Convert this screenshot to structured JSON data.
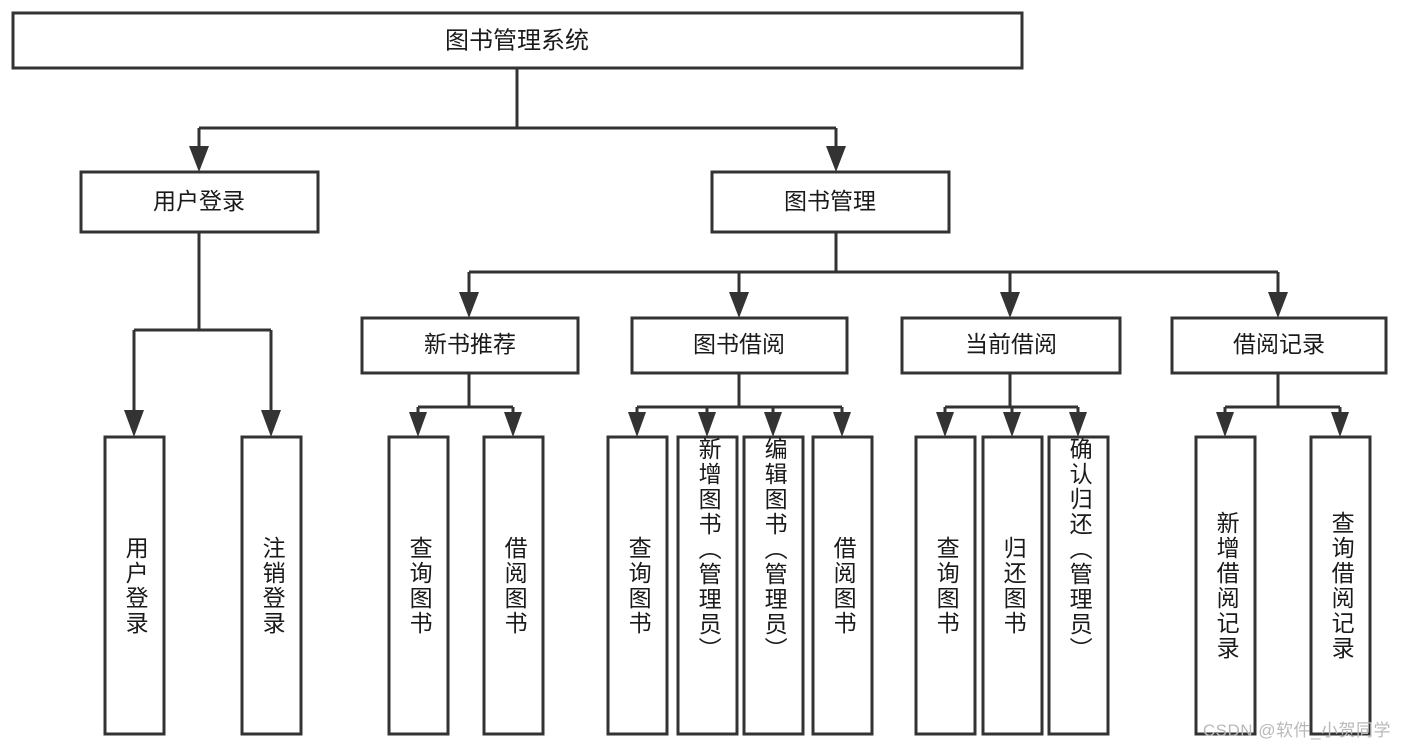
{
  "diagram": {
    "type": "tree",
    "title": "图书管理系统",
    "root": {
      "id": "root",
      "label": "图书管理系统",
      "orientation": "horizontal"
    },
    "level2": [
      {
        "id": "user-login",
        "label": "用户登录",
        "orientation": "horizontal"
      },
      {
        "id": "book-manage",
        "label": "图书管理",
        "orientation": "horizontal"
      }
    ],
    "level3": [
      {
        "id": "new-book-recommend",
        "label": "新书推荐",
        "orientation": "horizontal",
        "parent": "book-manage"
      },
      {
        "id": "book-borrow",
        "label": "图书借阅",
        "orientation": "horizontal",
        "parent": "book-manage"
      },
      {
        "id": "current-borrow",
        "label": "当前借阅",
        "orientation": "horizontal",
        "parent": "book-manage"
      },
      {
        "id": "borrow-record",
        "label": "借阅记录",
        "orientation": "horizontal",
        "parent": "book-manage"
      }
    ],
    "leaves": [
      {
        "id": "leaf-user-login",
        "label": "用户登录",
        "orientation": "vertical",
        "parent": "user-login"
      },
      {
        "id": "leaf-logout-login",
        "label": "注销登录",
        "orientation": "vertical",
        "parent": "user-login"
      },
      {
        "id": "leaf-query-book-1",
        "label": "查询图书",
        "orientation": "vertical",
        "parent": "new-book-recommend"
      },
      {
        "id": "leaf-borrow-book-1",
        "label": "借阅图书",
        "orientation": "vertical",
        "parent": "new-book-recommend"
      },
      {
        "id": "leaf-query-book-2",
        "label": "查询图书",
        "orientation": "vertical",
        "parent": "book-borrow"
      },
      {
        "id": "leaf-add-book",
        "label": "新增图书（管理员）",
        "orientation": "vertical",
        "parent": "book-borrow"
      },
      {
        "id": "leaf-edit-book",
        "label": "编辑图书（管理员）",
        "orientation": "vertical",
        "parent": "book-borrow"
      },
      {
        "id": "leaf-borrow-book-2",
        "label": "借阅图书",
        "orientation": "vertical",
        "parent": "book-borrow"
      },
      {
        "id": "leaf-query-book-3",
        "label": "查询图书",
        "orientation": "vertical",
        "parent": "current-borrow"
      },
      {
        "id": "leaf-return-book",
        "label": "归还图书",
        "orientation": "vertical",
        "parent": "current-borrow"
      },
      {
        "id": "leaf-confirm-return",
        "label": "确认归还（管理员）",
        "orientation": "vertical",
        "parent": "current-borrow"
      },
      {
        "id": "leaf-add-record",
        "label": "新增借阅记录",
        "orientation": "vertical",
        "parent": "borrow-record"
      },
      {
        "id": "leaf-query-record",
        "label": "查询借阅记录",
        "orientation": "vertical",
        "parent": "borrow-record"
      }
    ],
    "colors": {
      "stroke": "#333333",
      "fill": "#ffffff",
      "text": "#1a1a1a",
      "watermark": "#b9b9b9",
      "background": "#ffffff"
    }
  },
  "watermark": {
    "text": "CSDN @软件_小贺同学"
  }
}
